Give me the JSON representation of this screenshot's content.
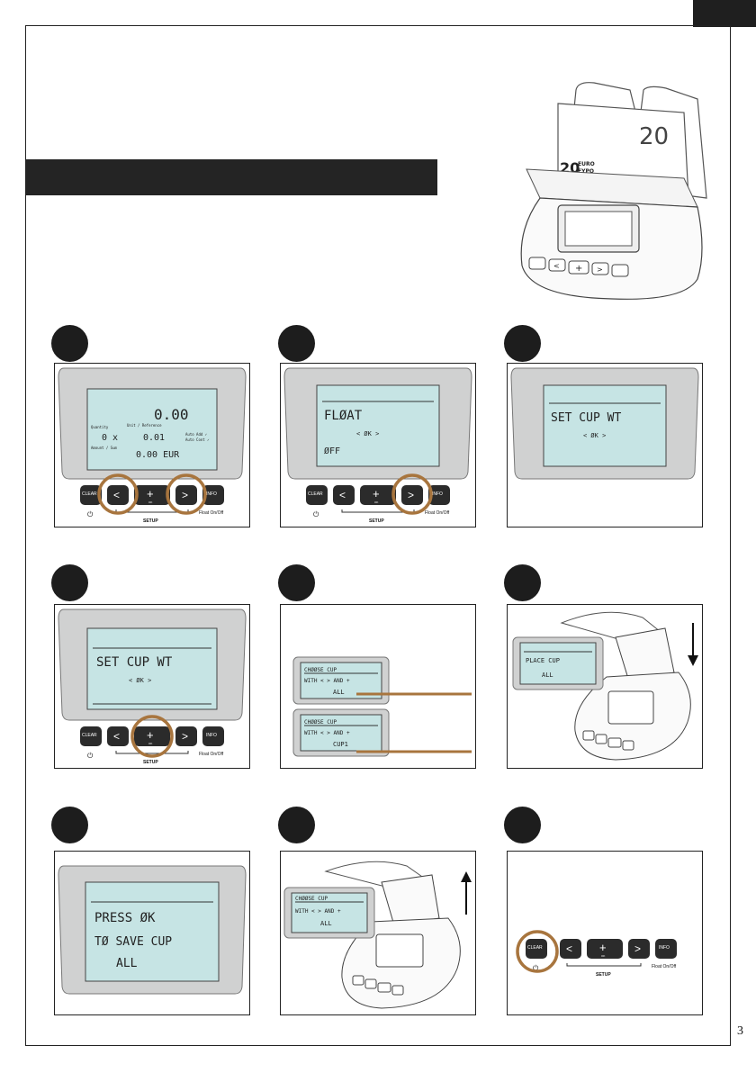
{
  "page": {
    "number": "3"
  },
  "keys": {
    "clear": "CLEAR",
    "prev": "<",
    "plus": "+",
    "ok": "OK",
    "next": ">",
    "info": "INFO",
    "setup": "SETUP",
    "float": "Float On/Off",
    "power": "⏻"
  },
  "hero": {
    "note_big": "20",
    "note_small": "20",
    "note_euro_1": "EURO",
    "note_euro_2": "EYPO"
  },
  "steps": [
    {
      "lcd": {
        "total": "0.00",
        "qty_label": "Quantity",
        "unit_label": "Unit / Reference",
        "qty": "0 x",
        "unit": "0.01",
        "auto_add": "Auto Add ✓",
        "auto_cont": "Auto Cont ✓",
        "amount_label": "Amount / Sum",
        "amount": "0.00 EUR"
      }
    },
    {
      "lcd": {
        "line1": "FLØAT",
        "line2": "< ØK >",
        "line3": "ØFF"
      }
    },
    {
      "lcd": {
        "line1": "SET CUP WT",
        "line2": "< ØK >"
      }
    },
    {
      "lcd": {
        "line1": "SET CUP WT",
        "line2": "< ØK >"
      }
    },
    {
      "lcd_a": {
        "line1": "CHØØSE CUP",
        "line2": "WITH < > AND +",
        "line3": "ALL"
      },
      "lcd_b": {
        "line1": "CHØØSE CUP",
        "line2": "WITH < > AND +",
        "line3": "CUP1"
      }
    },
    {
      "lcd": {
        "line1": "PLACE CUP",
        "line2": "ALL"
      }
    },
    {
      "lcd": {
        "line1": "PRESS ØK",
        "line2": "TØ SAVE CUP",
        "line3": "ALL"
      }
    },
    {
      "lcd": {
        "line1": "CHØØSE CUP",
        "line2": "WITH < > AND +",
        "line3": "ALL"
      }
    },
    {}
  ],
  "colors": {
    "highlight": "#a8753e",
    "lcd": "#c6e4e4",
    "key": "#2b2b2b",
    "bezel": "#cfd0d0"
  }
}
